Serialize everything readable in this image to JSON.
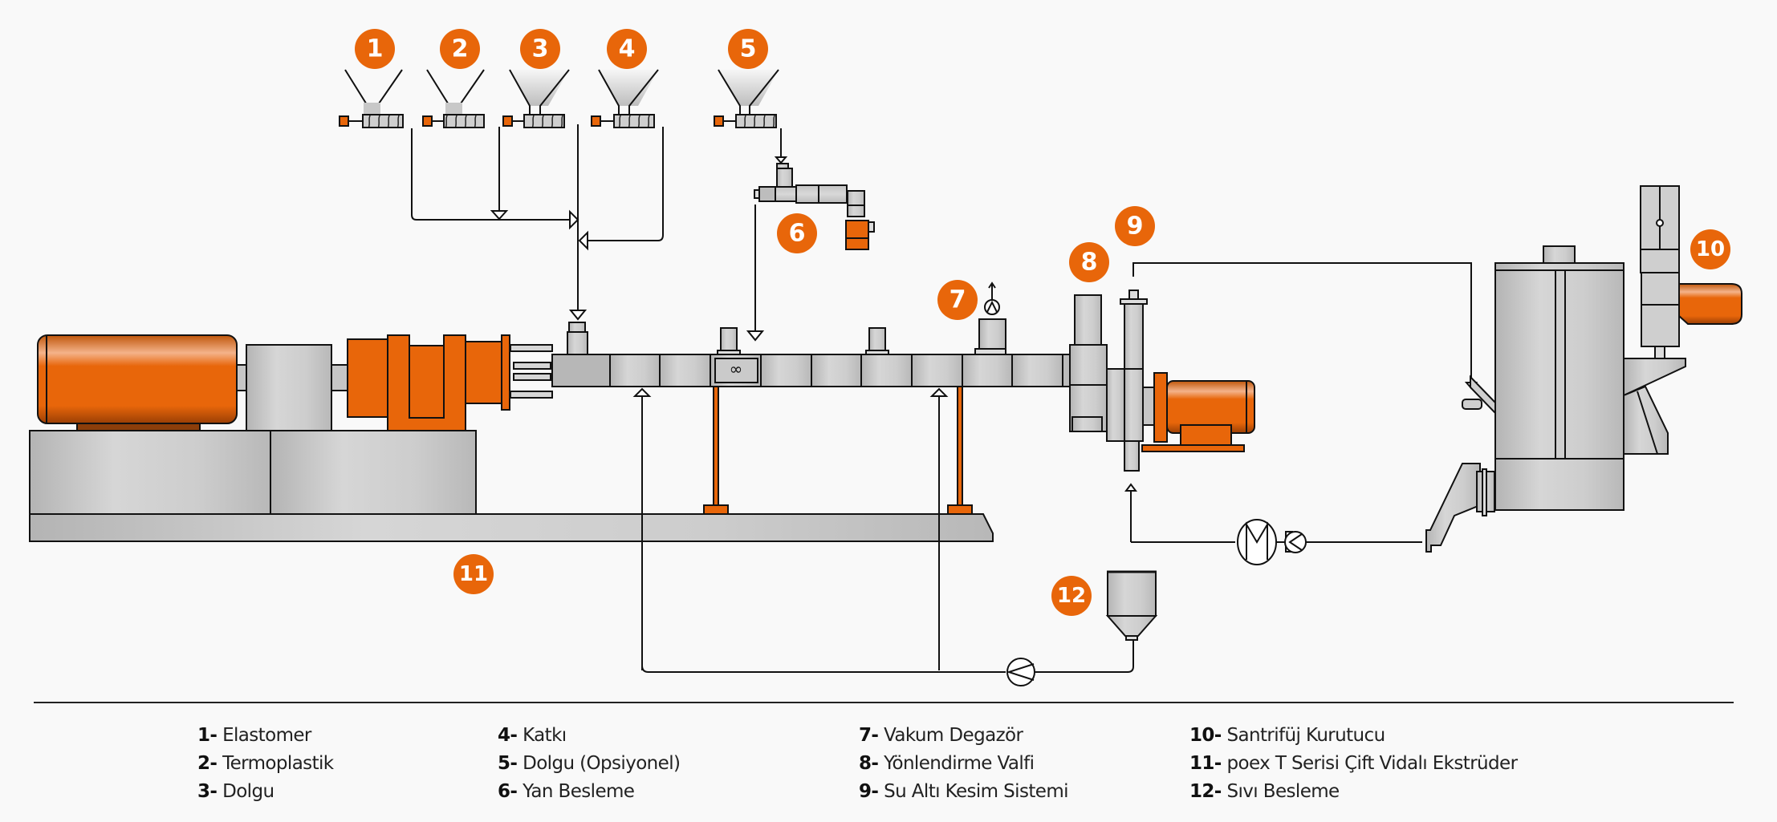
{
  "diagram": {
    "title": "poex T Serisi Çift Vidalı Ekstrüder proses şeması",
    "accent_color": "#e8660a",
    "equipment_gray": "#cfcfcf",
    "line_color": "#111111",
    "badges": [
      {
        "id": 1,
        "label": "1"
      },
      {
        "id": 2,
        "label": "2"
      },
      {
        "id": 3,
        "label": "3"
      },
      {
        "id": 4,
        "label": "4"
      },
      {
        "id": 5,
        "label": "5"
      },
      {
        "id": 6,
        "label": "6"
      },
      {
        "id": 7,
        "label": "7"
      },
      {
        "id": 8,
        "label": "8"
      },
      {
        "id": 9,
        "label": "9"
      },
      {
        "id": 10,
        "label": "10"
      },
      {
        "id": 11,
        "label": "11"
      },
      {
        "id": 12,
        "label": "12"
      }
    ]
  },
  "legend": {
    "columns": [
      [
        {
          "num": "1-",
          "label": "Elastomer"
        },
        {
          "num": "2-",
          "label": "Termoplastik"
        },
        {
          "num": "3-",
          "label": "Dolgu"
        }
      ],
      [
        {
          "num": "4-",
          "label": "Katkı"
        },
        {
          "num": "5-",
          "label": "Dolgu (Opsiyonel)"
        },
        {
          "num": "6-",
          "label": "Yan Besleme"
        }
      ],
      [
        {
          "num": "7-",
          "label": "Vakum Degazör"
        },
        {
          "num": "8-",
          "label": "Yönlendirme Valfi"
        },
        {
          "num": "9-",
          "label": "Su Altı Kesim Sistemi"
        }
      ],
      [
        {
          "num": "10-",
          "label": "Santrifüj Kurutucu"
        },
        {
          "num": "11-",
          "label": "poex T Serisi Çift Vidalı Ekstrüder"
        },
        {
          "num": "12-",
          "label": "Sıvı Besleme"
        }
      ]
    ]
  }
}
